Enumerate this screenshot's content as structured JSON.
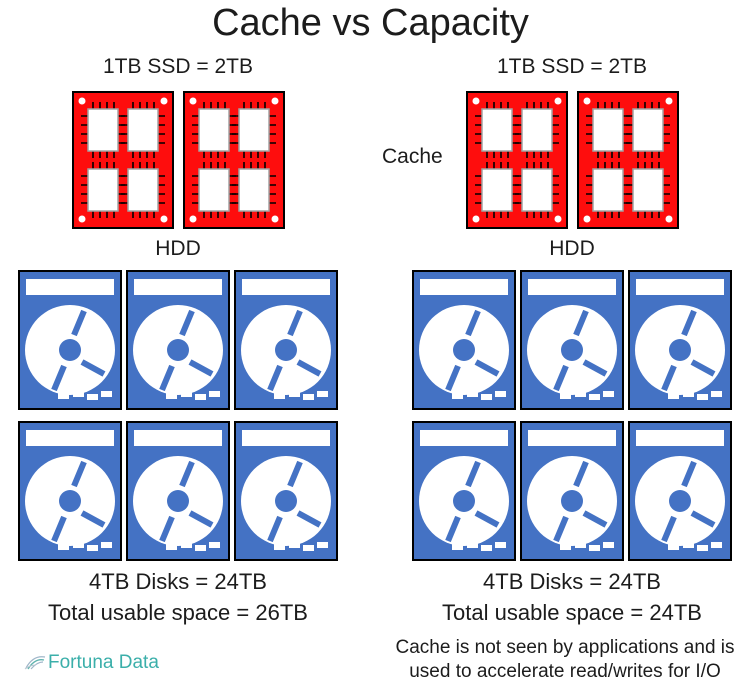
{
  "title": "Cache vs Capacity",
  "colors": {
    "ssd_red": "#fe0d0d",
    "hdd_blue": "#4472c4",
    "logo_teal": "#3bafaa"
  },
  "columns": {
    "left": {
      "ssd_label": "1TB SSD = 2TB",
      "hdd_label": "HDD",
      "disks_label": "4TB Disks = 24TB",
      "total_label": "Total usable space = 26TB"
    },
    "right": {
      "cache_label": "Cache",
      "ssd_label": "1TB SSD = 2TB",
      "hdd_label": "HDD",
      "disks_label": "4TB Disks = 24TB",
      "total_label": "Total usable space = 24TB"
    }
  },
  "footer": {
    "logo_text": "Fortuna Data",
    "note_line1": "Cache is not seen by applications and is",
    "note_line2": "used to accelerate read/writes for I/O"
  },
  "icons": {
    "ssd": "ssd-board-icon",
    "hdd": "hdd-disk-icon",
    "logo": "swirl-logo-icon"
  }
}
